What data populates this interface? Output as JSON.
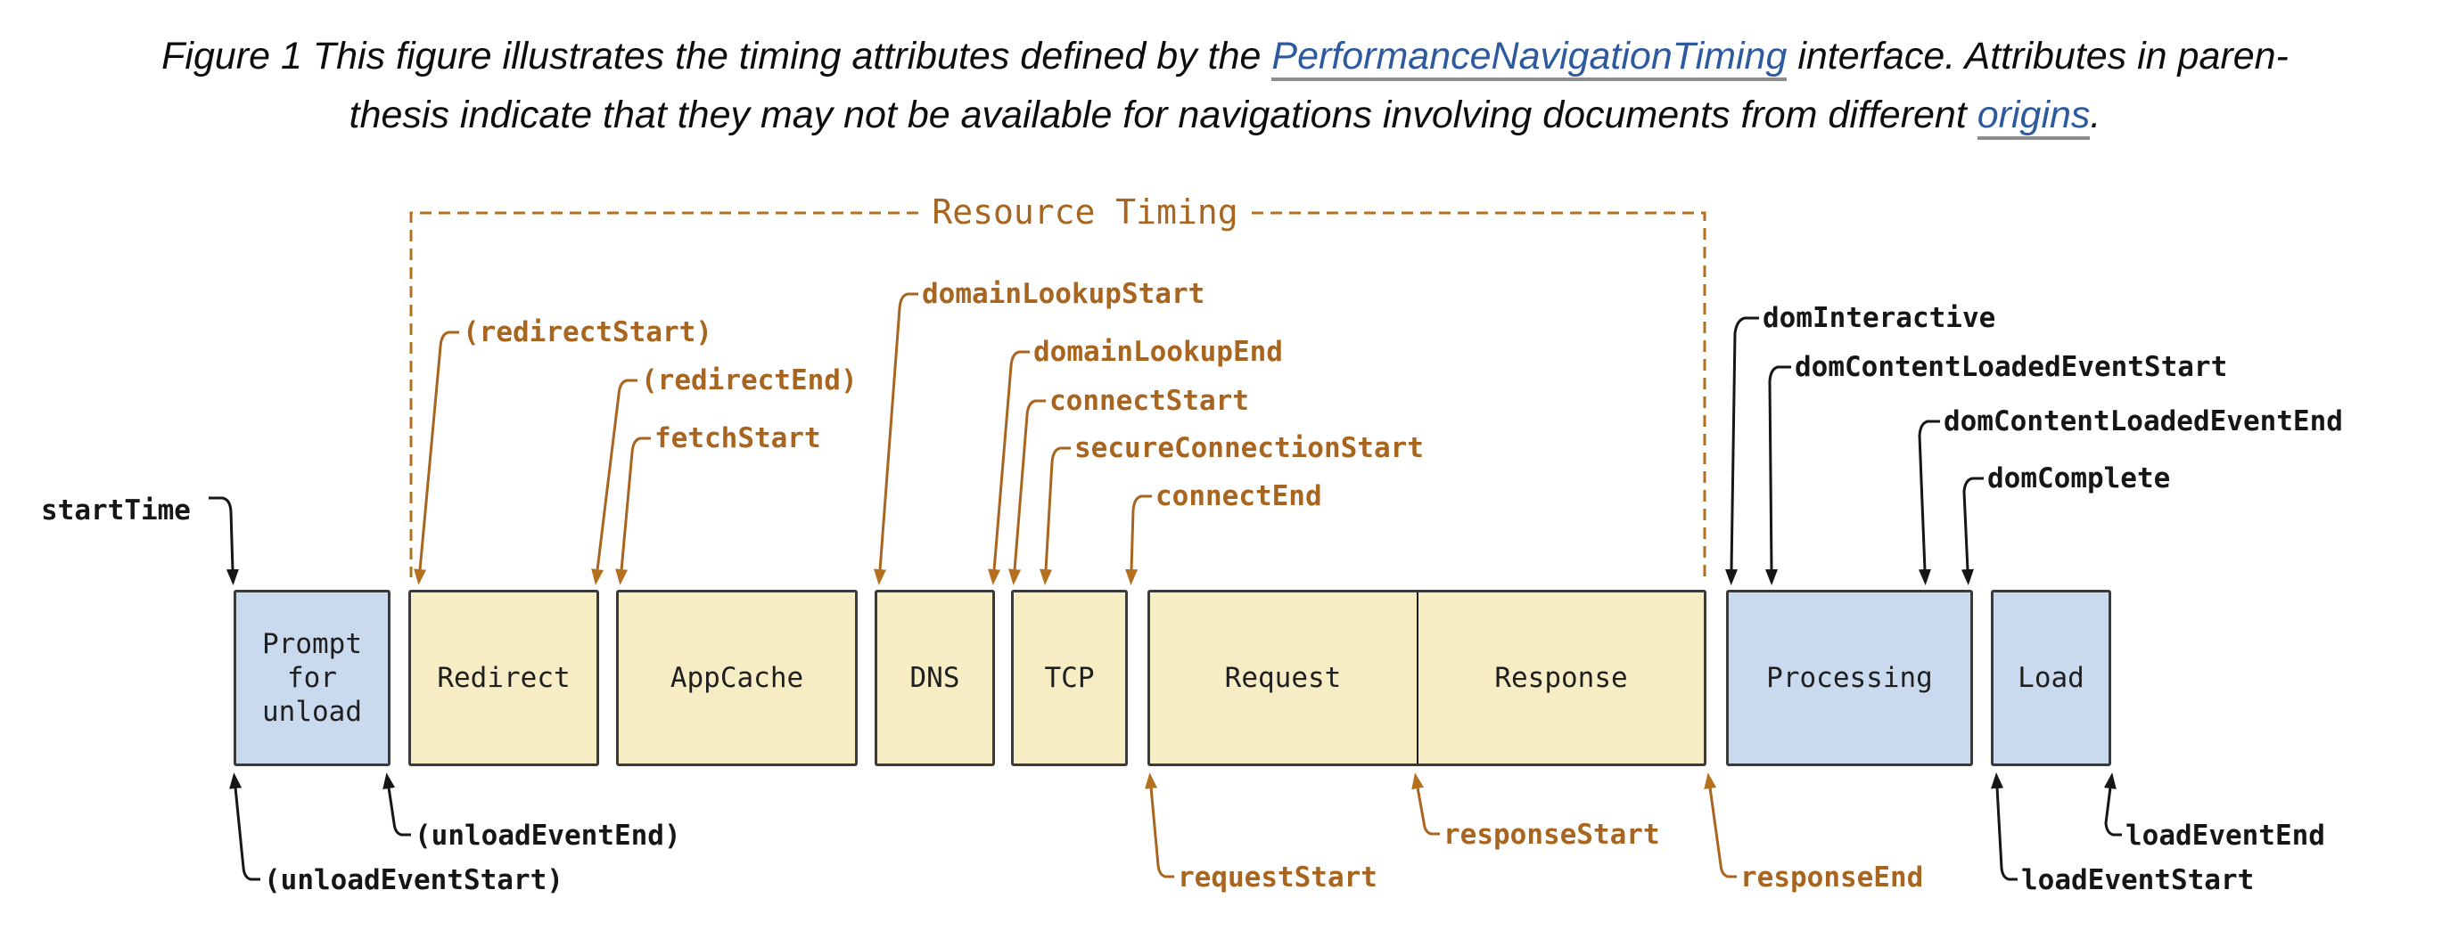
{
  "caption": {
    "line1_before_link": "Figure 1 This figure illustrates the timing attributes defined by the ",
    "link1": "PerformanceNavigationTiming",
    "line1_after_link": " interface. Attributes in paren-",
    "line2_before_link": "thesis indicate that they may not be available for navigations involving documents from different ",
    "link2": "origins",
    "line2_after_link": "."
  },
  "bracket": {
    "label": "Resource Timing"
  },
  "boxes": [
    {
      "id": "prompt",
      "label": "Prompt for unload",
      "fill": "blue"
    },
    {
      "id": "redirect",
      "label": "Redirect",
      "fill": "yellow"
    },
    {
      "id": "appcache",
      "label": "AppCache",
      "fill": "yellow"
    },
    {
      "id": "dns",
      "label": "DNS",
      "fill": "yellow"
    },
    {
      "id": "tcp",
      "label": "TCP",
      "fill": "yellow"
    },
    {
      "id": "request",
      "label": "Request",
      "fill": "yellow"
    },
    {
      "id": "response",
      "label": "Response",
      "fill": "yellow"
    },
    {
      "id": "processing",
      "label": "Processing",
      "fill": "blue"
    },
    {
      "id": "load",
      "label": "Load",
      "fill": "blue"
    }
  ],
  "timing_labels": {
    "start_time": "startTime",
    "redirect_start": "(redirectStart)",
    "redirect_end": "(redirectEnd)",
    "fetch_start": "fetchStart",
    "domain_lookup_start": "domainLookupStart",
    "domain_lookup_end": "domainLookupEnd",
    "connect_start": "connectStart",
    "secure_connection_start": "secureConnectionStart",
    "connect_end": "connectEnd",
    "dom_interactive": "domInteractive",
    "dom_content_loaded_event_start": "domContentLoadedEventStart",
    "dom_content_loaded_event_end": "domContentLoadedEventEnd",
    "dom_complete": "domComplete",
    "unload_event_start": "(unloadEventStart)",
    "unload_event_end": "(unloadEventEnd)",
    "request_start": "requestStart",
    "response_start": "responseStart",
    "response_end": "responseEnd",
    "load_event_start": "loadEventStart",
    "load_event_end": "loadEventEnd"
  },
  "colors": {
    "resource_timing_accent": "#a8651f",
    "label_black": "#161616",
    "box_fill_yellow": "#f7edc5",
    "box_fill_blue": "#c9daee",
    "box_border": "#3a3a3a",
    "link_blue": "#2d5a9e"
  }
}
